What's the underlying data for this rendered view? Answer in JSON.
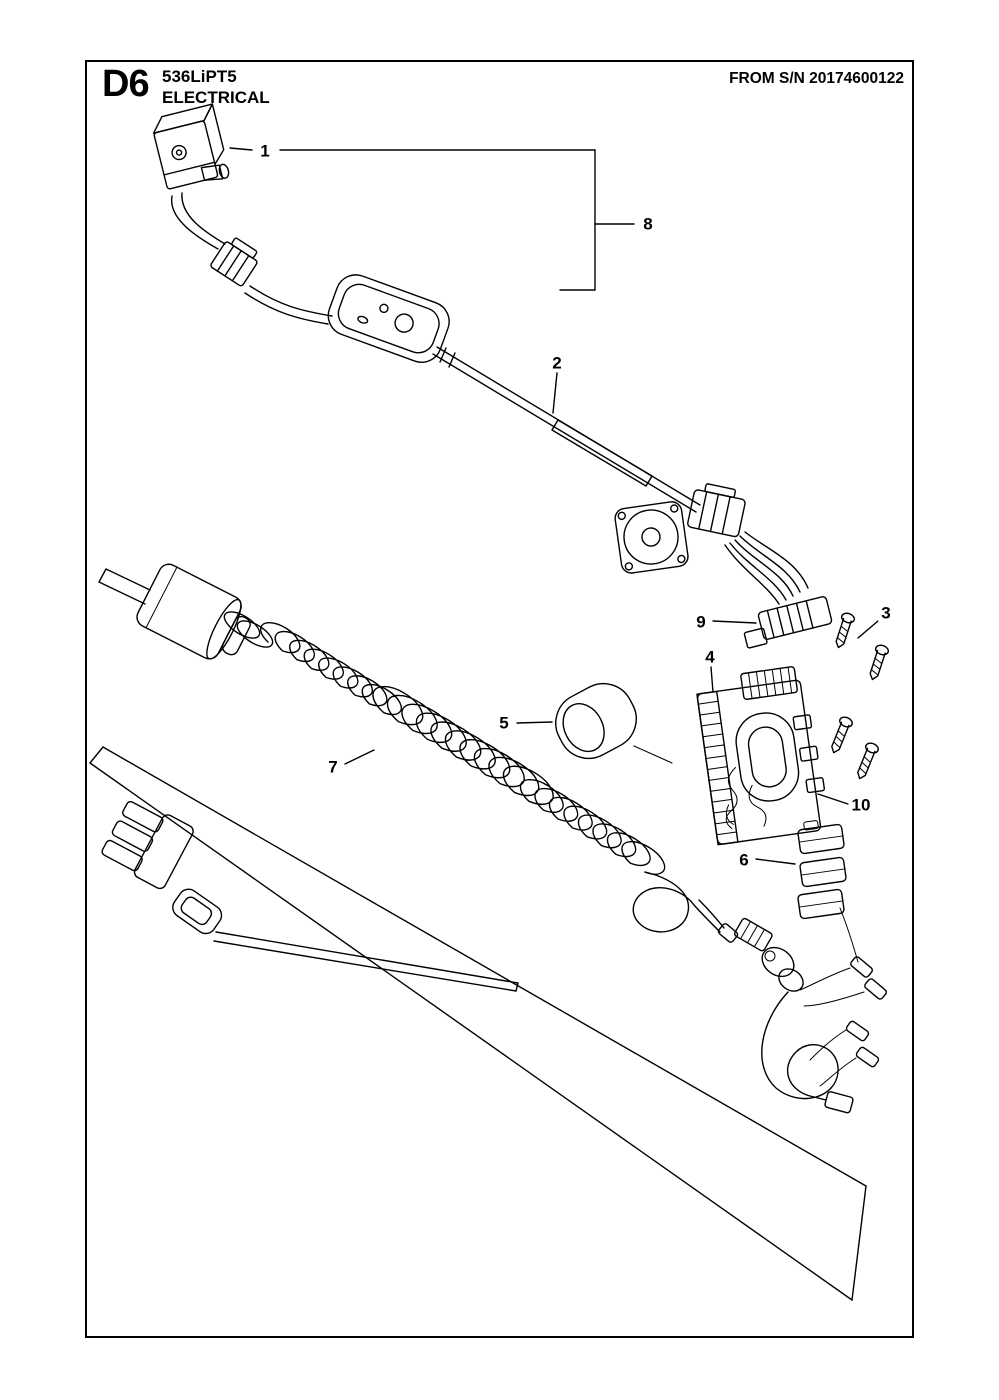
{
  "colors": {
    "ink": "#000000",
    "paper": "#ffffff"
  },
  "header": {
    "diagram_id": "D6",
    "model": "536LiPT5",
    "section": "ELECTRICAL",
    "serial_note": "FROM S/N 20174600122"
  },
  "callouts": [
    {
      "label": "1"
    },
    {
      "label": "2"
    },
    {
      "label": "3"
    },
    {
      "label": "4"
    },
    {
      "label": "5"
    },
    {
      "label": "6"
    },
    {
      "label": "7"
    },
    {
      "label": "8"
    },
    {
      "label": "9"
    },
    {
      "label": "10"
    }
  ]
}
